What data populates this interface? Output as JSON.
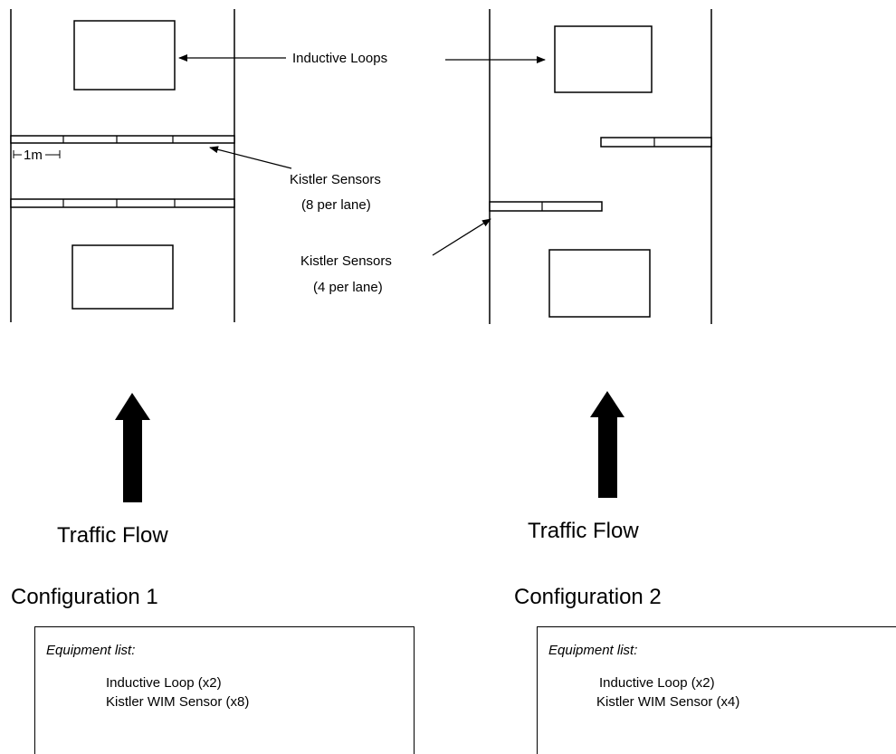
{
  "labels": {
    "inductive_loops": "Inductive Loops",
    "kistler_8_line1": "Kistler Sensors",
    "kistler_8_line2": "(8 per lane)",
    "kistler_4_line1": "Kistler Sensors",
    "kistler_4_line2": "(4 per lane)",
    "one_meter": "1m"
  },
  "configurations": [
    {
      "traffic_flow": "Traffic Flow",
      "title": "Configuration 1",
      "equipment": {
        "title": "Equipment list:",
        "items": [
          "Inductive Loop (x2)",
          "Kistler WIM Sensor (x8)"
        ]
      }
    },
    {
      "traffic_flow": "Traffic Flow",
      "title": "Configuration 2",
      "equipment": {
        "title": "Equipment list:",
        "items": [
          "Inductive Loop (x2)",
          "Kistler WIM Sensor (x4)"
        ]
      }
    }
  ]
}
